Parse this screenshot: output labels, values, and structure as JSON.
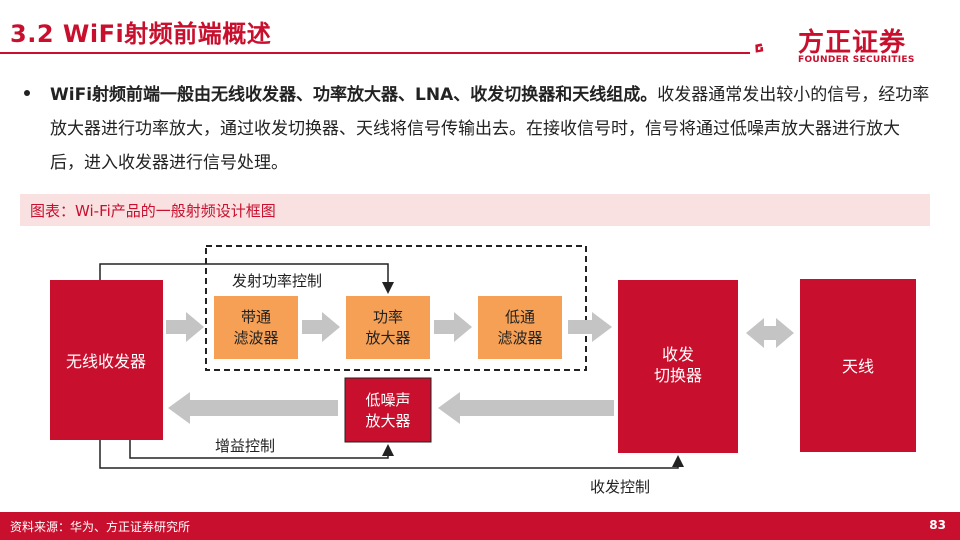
{
  "header": {
    "title": "3.2 WiFi射频前端概述",
    "logo_text": "方正证券",
    "logo_sub": "FOUNDER SECURITIES"
  },
  "content": {
    "bullet_bold": "WiFi射频前端一般由无线收发器、功率放大器、LNA、收发切换器和天线组成。",
    "bullet_rest": "收发器通常发出较小的信号，经功率放大器进行功率放大，通过收发切换器、天线将信号传输出去。在接收信号时，信号将通过低噪声放大器进行放大后，进入收发器进行信号处理。"
  },
  "figure": {
    "caption": "图表：Wi-Fi产品的一般射频设计框图",
    "blocks": {
      "transceiver": "无线收发器",
      "bandpass_line1": "带通",
      "bandpass_line2": "滤波器",
      "pa_line1": "功率",
      "pa_line2": "放大器",
      "lowpass_line1": "低通",
      "lowpass_line2": "滤波器",
      "lna_line1": "低噪声",
      "lna_line2": "放大器",
      "switch_line1": "收发",
      "switch_line2": "切换器",
      "antenna": "天线"
    },
    "labels": {
      "tx_power_control": "发射功率控制",
      "gain_control": "增益控制",
      "txrx_control": "收发控制"
    },
    "colors": {
      "dark_red": "#c8102e",
      "orange": "#f5a055",
      "arrow_gray": "#c4c4c4"
    }
  },
  "footer": {
    "source": "资料来源：华为、方正证券研究所",
    "page": "83"
  }
}
